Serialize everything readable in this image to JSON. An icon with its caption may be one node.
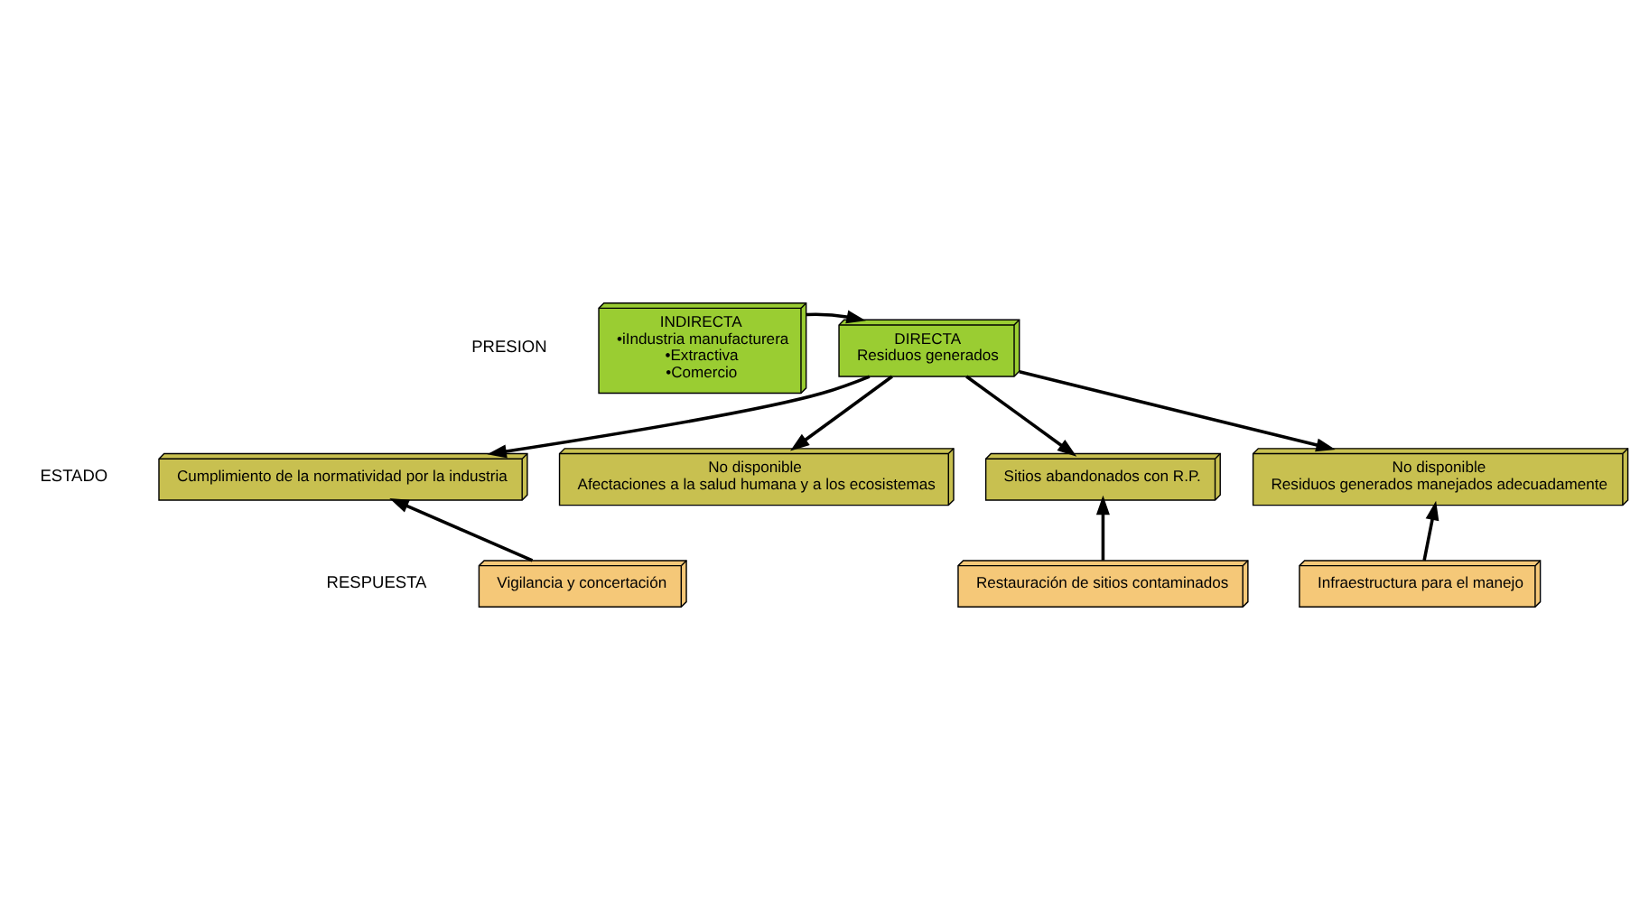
{
  "diagram": {
    "nodes": [
      {
        "text": [
          "INDIRECTA",
          "•iIndustria manufacturera",
          "•Extractiva",
          "•Comercio"
        ]
      },
      {
        "text": [
          "DIRECTA",
          "Residuos generados"
        ]
      },
      {
        "text": [
          "Cumplimiento de la normatividad por la industria"
        ]
      },
      {
        "text": [
          "No disponible",
          "Afectaciones a la salud humana y a los ecosistemas"
        ]
      },
      {
        "text": [
          "Sitios abandonados con R.P."
        ]
      },
      {
        "text": [
          "No disponible",
          "Residuos generados manejados adecuadamente"
        ]
      },
      {
        "text": [
          "Vigilancia y concertación"
        ]
      },
      {
        "text": [
          "Restauración de sitios contaminados"
        ]
      },
      {
        "text": [
          "Infraestructura para el manejo"
        ]
      }
    ],
    "edges": [
      {
        "from": 0,
        "to": 1,
        "arrow": "to"
      },
      {
        "from": 1,
        "to": 2,
        "arrow": "to"
      },
      {
        "from": 1,
        "to": 3,
        "arrow": "to"
      },
      {
        "from": 1,
        "to": 4,
        "arrow": "to"
      },
      {
        "from": 1,
        "to": 5,
        "arrow": "to"
      },
      {
        "from": 6,
        "to": 2,
        "arrow": "to"
      },
      {
        "from": 7,
        "to": 4,
        "arrow": "to"
      },
      {
        "from": 8,
        "to": 5,
        "arrow": "to"
      }
    ],
    "labels": [
      "PRESION",
      "ESTADO",
      "RESPUESTA"
    ]
  }
}
